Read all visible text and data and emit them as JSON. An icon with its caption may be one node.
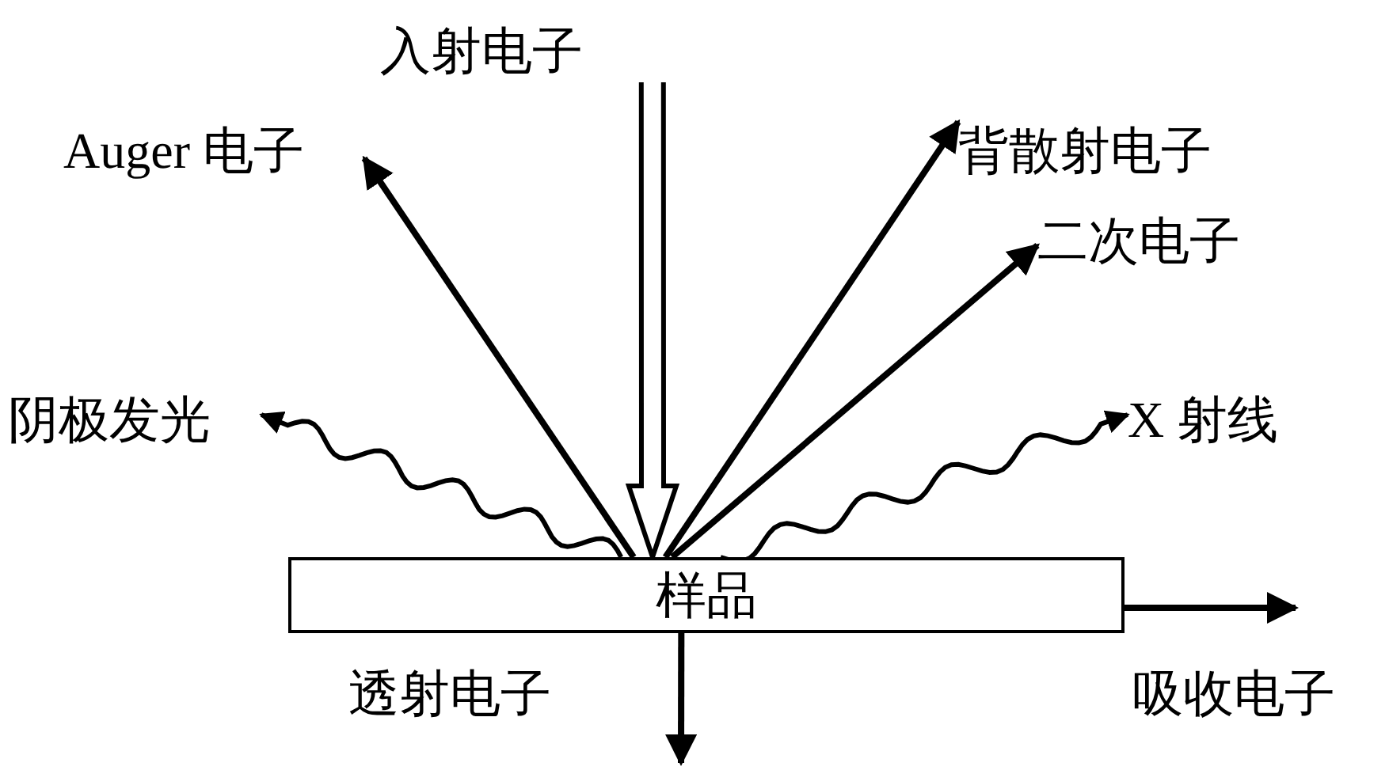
{
  "diagram": {
    "nodes": [
      {
        "text": [
          "入射电子"
        ]
      },
      {
        "text": [
          "Auger 电子"
        ]
      },
      {
        "text": [
          "背散射电子"
        ]
      },
      {
        "text": [
          "二次电子"
        ]
      },
      {
        "text": [
          "阴极发光"
        ]
      },
      {
        "text": [
          "X 射线"
        ]
      },
      {
        "text": [
          "样品"
        ]
      }
    ],
    "edges": [
      {
        "from": 0,
        "to": 6,
        "arrow": "to",
        "style": "thick"
      },
      {
        "from": 6,
        "to": 1,
        "arrow": "to"
      },
      {
        "from": 6,
        "to": 2,
        "arrow": "to"
      },
      {
        "from": 6,
        "to": 3,
        "arrow": "to"
      },
      {
        "from": 6,
        "to": 4,
        "arrow": "to"
      },
      {
        "from": 6,
        "to": 5,
        "arrow": "to"
      },
      {
        "from": 6,
        "to": null,
        "arrow": "to"
      },
      {
        "from": 6,
        "to": null,
        "arrow": "to"
      }
    ],
    "labels": [
      "透射电子",
      "吸收电子"
    ]
  }
}
